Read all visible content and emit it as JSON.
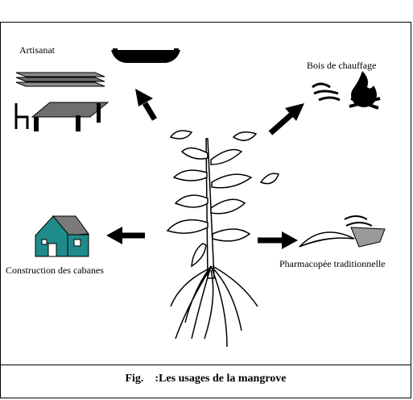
{
  "labels": {
    "artisanat": "Artisanat",
    "bois": "Bois de chauffage",
    "construction": "Construction des cabanes",
    "pharmacopee": "Pharmacopée traditionnelle"
  },
  "caption": "Fig.    :Les usages de la mangrove",
  "colors": {
    "line": "#000000",
    "house_wall": "#1f8a8a",
    "house_roof": "#7a7a7a",
    "plank": "#8c8c8c",
    "leaf_gray": "#9a9a9a"
  },
  "icons": [
    "canoe-icon",
    "planks-icon",
    "table-icon",
    "fire-icon",
    "house-icon",
    "medicinal-leaves-icon",
    "mangrove-tree-icon"
  ]
}
